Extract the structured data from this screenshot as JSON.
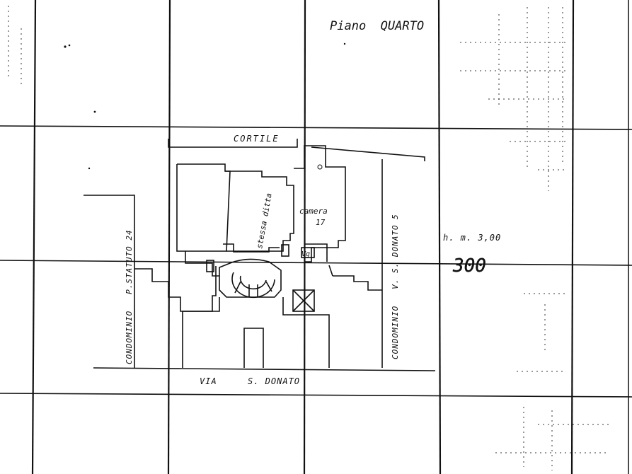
{
  "sheet": {
    "title": "Piano  QUARTO",
    "courtyard_label": "CORTILE",
    "street_label_via": "VIA",
    "street_label_name": "S. DONATO",
    "left_neighbor": "CONDOMINIO   P.STATUTO 24",
    "right_neighbor": "CONDOMINIO   V. S. DONATO 5",
    "room_label": "stessa ditta",
    "unit_label_1": "camera",
    "unit_label_2": "17",
    "vg_label": "Vg",
    "height_note": "h. m. 3,00",
    "handwritten_note": "300"
  }
}
